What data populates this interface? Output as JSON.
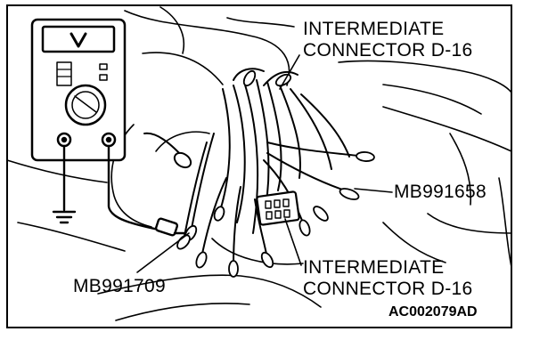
{
  "labels": {
    "connector_top_line1": "INTERMEDIATE",
    "connector_top_line2": "CONNECTOR D-16",
    "connector_bottom_line1": "INTERMEDIATE",
    "connector_bottom_line2": "CONNECTOR D-16",
    "harness_tool": "MB991658",
    "test_lead_tool": "MB991709",
    "figure_code": "AC002079AD"
  },
  "meter": {
    "display_symbol": "V"
  },
  "icons": {
    "meter": "voltmeter-icon",
    "ground": "ground-symbol-icon",
    "connector": "harness-connector-icon"
  }
}
